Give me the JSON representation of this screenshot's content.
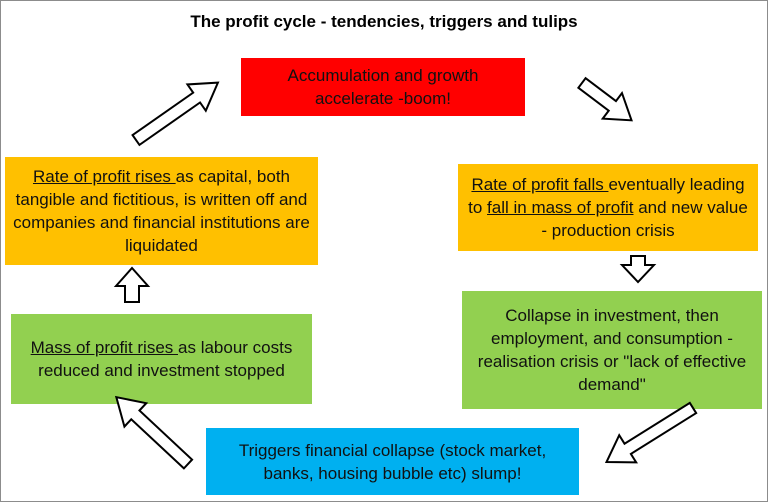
{
  "title": "The profit cycle - tendencies, triggers and tulips",
  "colors": {
    "red": "#ff0000",
    "orange": "#ffc000",
    "green": "#92d050",
    "blue": "#00b0f0",
    "arrow_fill": "#ffffff",
    "arrow_stroke": "#000000"
  },
  "boxes": {
    "top": {
      "line1": "Accumulation and growth",
      "line2": "accelerate -boom!",
      "color": "#ff0000"
    },
    "right_top": {
      "u1": "Rate of profit falls ",
      "t1": "eventually leading to ",
      "u2": "fall in mass of profit",
      "t2": " and new value - production crisis",
      "color": "#ffc000"
    },
    "right_mid": {
      "text": "Collapse in investment, then employment, and consumption - realisation crisis or \"lack of effective demand\"",
      "color": "#92d050"
    },
    "bottom": {
      "text": "Triggers financial collapse (stock market, banks, housing bubble etc) slump!",
      "color": "#00b0f0"
    },
    "left_mid": {
      "u1": "Mass of profit rises ",
      "t1": "as labour costs reduced and investment stopped",
      "color": "#92d050"
    },
    "left_top": {
      "u1": "Rate of profit rises ",
      "t1": "as capital, both tangible and fictitious, is written off and companies and financial institutions are liquidated",
      "color": "#ffc000"
    }
  }
}
